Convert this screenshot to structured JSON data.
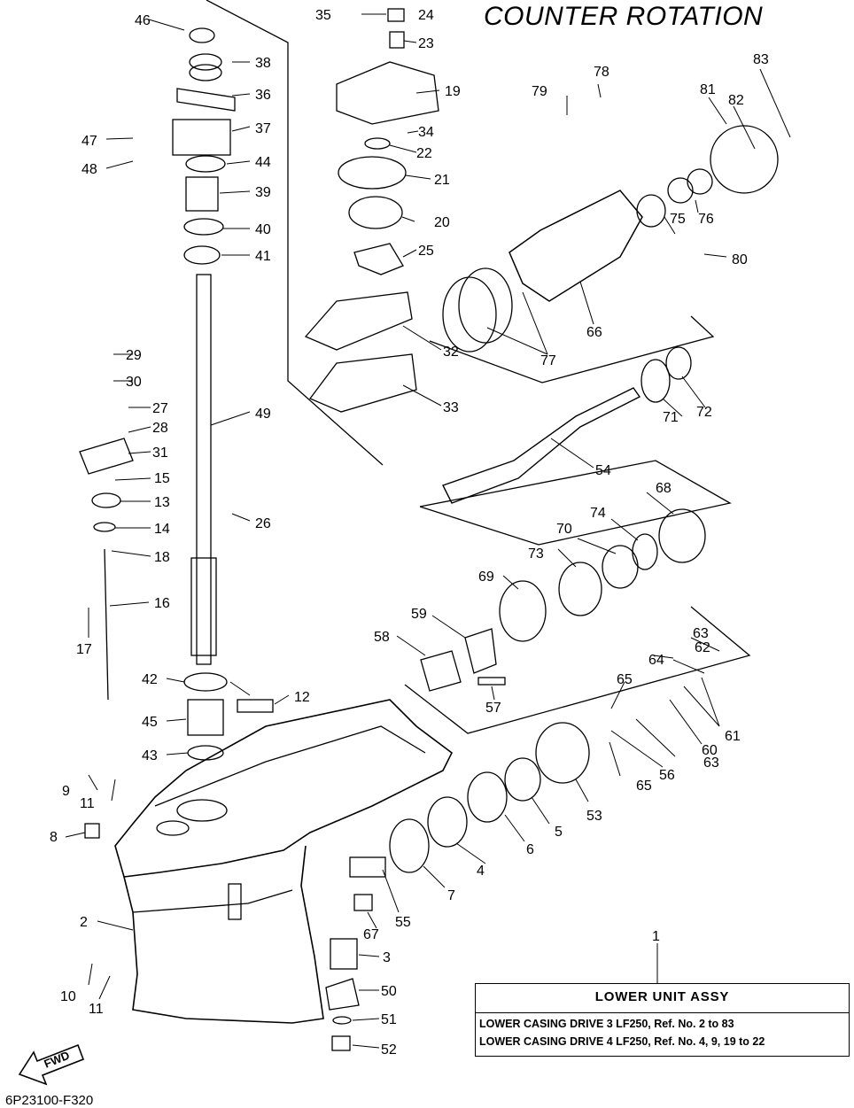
{
  "title": "COUNTER ROTATION",
  "drawing_code": "6P23100-F320",
  "fwd_label": "FWD",
  "assembly": {
    "ref_no": "1",
    "header": "LOWER UNIT ASSY",
    "lines": [
      "LOWER CASING DRIVE 3 LF250, Ref. No. 2 to 83",
      "LOWER CASING DRIVE 4 LF250, Ref. No. 4, 9, 19 to 22"
    ]
  },
  "part_numbers": [
    "1",
    "2",
    "3",
    "4",
    "5",
    "6",
    "7",
    "8",
    "9",
    "10",
    "11",
    "11",
    "12",
    "13",
    "14",
    "15",
    "16",
    "17",
    "18",
    "19",
    "20",
    "21",
    "22",
    "23",
    "24",
    "25",
    "26",
    "27",
    "28",
    "29",
    "30",
    "31",
    "32",
    "33",
    "34",
    "35",
    "36",
    "37",
    "38",
    "39",
    "40",
    "41",
    "42",
    "43",
    "44",
    "45",
    "46",
    "47",
    "48",
    "49",
    "50",
    "51",
    "52",
    "53",
    "54",
    "55",
    "56",
    "57",
    "58",
    "59",
    "60",
    "61",
    "62",
    "63",
    "63",
    "64",
    "65",
    "65",
    "66",
    "67",
    "68",
    "69",
    "70",
    "71",
    "72",
    "73",
    "74",
    "75",
    "76",
    "77",
    "78",
    "79",
    "80",
    "81",
    "82",
    "83"
  ],
  "colors": {
    "ink": "#000000",
    "paper": "#ffffff"
  }
}
